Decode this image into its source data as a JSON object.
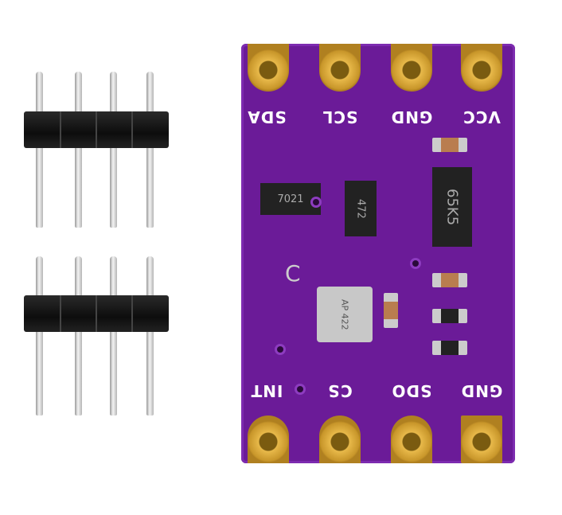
{
  "board": {
    "top_labels": [
      "SDA",
      "SCL",
      "GND",
      "VCC"
    ],
    "bottom_labels": [
      "INT",
      "CS",
      "SDO",
      "GND"
    ],
    "chips": {
      "sot23_6": "7021",
      "resistor_array": "472",
      "regulator": "65K5",
      "sensor": "AP 422"
    },
    "silk_mark": "C",
    "colors": {
      "pcb": "#6b1b98",
      "gold": "#d4a23a",
      "header": "#111111"
    }
  }
}
